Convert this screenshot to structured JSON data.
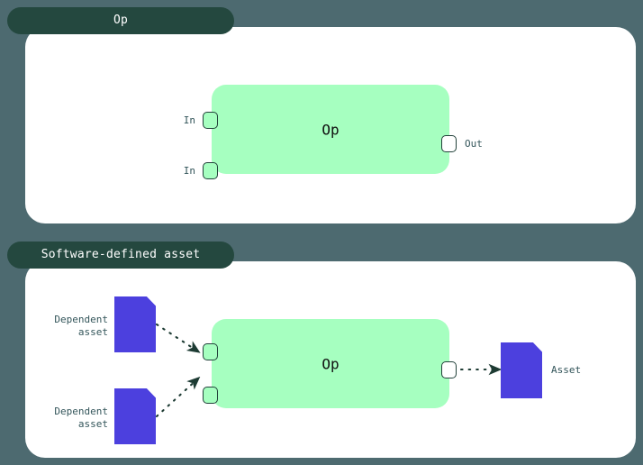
{
  "background_color": "#4d6a70",
  "colors": {
    "panel": "#ffffff",
    "tab": "#24483f",
    "op_box": "#a6ffc0",
    "asset": "#4c40de",
    "port_border": "#22413a",
    "label_text": "#33555a",
    "arrow": "#1d3b33"
  },
  "panels": [
    {
      "id": "op",
      "tab_label": "Op",
      "op_label": "Op",
      "inputs": [
        {
          "label": "In",
          "port_name": "in-port-1"
        },
        {
          "label": "In",
          "port_name": "in-port-2"
        }
      ],
      "outputs": [
        {
          "label": "Out",
          "port_name": "out-port-1"
        }
      ]
    },
    {
      "id": "software-defined-asset",
      "tab_label": "Software-defined asset",
      "op_label": "Op",
      "dependent_assets": [
        {
          "label": "Dependent\nasset",
          "icon": "asset-document-icon"
        },
        {
          "label": "Dependent\nasset",
          "icon": "asset-document-icon"
        }
      ],
      "output_asset": {
        "label": "Asset",
        "icon": "asset-document-icon"
      },
      "inputs": [
        {
          "port_name": "in-port-1"
        },
        {
          "port_name": "in-port-2"
        }
      ],
      "outputs": [
        {
          "port_name": "out-port-1"
        }
      ]
    }
  ]
}
